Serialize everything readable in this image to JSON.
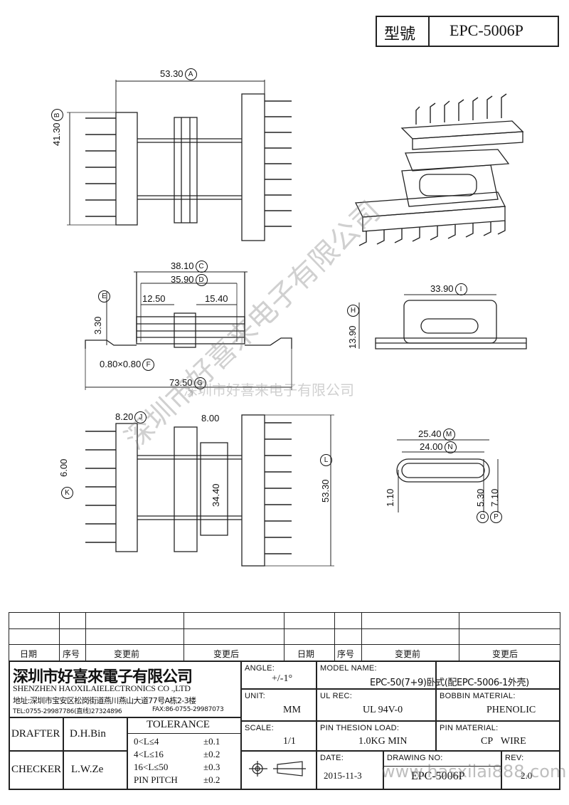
{
  "header": {
    "model_label": "型號",
    "model_value": "EPC-5006P"
  },
  "dimensions": {
    "top_width": {
      "value": "53.30",
      "tag": "A"
    },
    "top_height": {
      "value": "41.30",
      "tag": "B"
    },
    "side_outer": {
      "value": "38.10",
      "tag": "C"
    },
    "side_inner": {
      "value": "35.90",
      "tag": "D"
    },
    "side_left": "12.50",
    "side_right": "15.40",
    "side_height": {
      "value": "3.30",
      "tag": "E"
    },
    "pin_size": {
      "value": "0.80×0.80",
      "tag": "F"
    },
    "total_length": {
      "value": "73.50",
      "tag": "G"
    },
    "end_width": {
      "value": "33.90",
      "tag": "I"
    },
    "end_height": {
      "value": "13.90",
      "tag": "H"
    },
    "bottom_left": {
      "value": "8.20",
      "tag": "J"
    },
    "bottom_flange": "8.00",
    "bottom_pitch": {
      "value": "6.00",
      "tag": "K"
    },
    "bottom_inner": "34.40",
    "bottom_height": {
      "value": "53.30",
      "tag": "L"
    },
    "slot_outer": {
      "value": "25.40",
      "tag": "M"
    },
    "slot_inner": {
      "value": "24.00",
      "tag": "N"
    },
    "slot_wall": "1.10",
    "slot_h1": {
      "value": "5.30",
      "tag": "O"
    },
    "slot_h2": {
      "value": "7.10",
      "tag": "P"
    }
  },
  "watermark": {
    "diagonal": "深圳市好喜来电子有限公司",
    "center": "深圳市好喜来电子有限公司",
    "bottom": "www.hasxilai888.com"
  },
  "revision_headers": [
    "日期",
    "序号",
    "变更前",
    "变更后",
    "日期",
    "序号",
    "变更前",
    "变更后"
  ],
  "company": {
    "name_cn": "深圳市好喜來電子有限公司",
    "name_en": "SHENZHEN HAOXILAIELECTRONICS CO .,LTD",
    "address": "地址:深圳市宝安区松岗街道燕川燕山大道77号A栋2-3楼",
    "tel": "TEL:0755-29987786(直线)27324896",
    "fax": "FAX:86-0755-29987073"
  },
  "drafter": {
    "label": "DRAFTER",
    "name": "D.H.Bin"
  },
  "checker": {
    "label": "CHECKER",
    "name": "L.W.Ze"
  },
  "tolerance": {
    "title": "TOLERANCE",
    "rows": [
      {
        "range": "0<L≤4",
        "value": "±0.1"
      },
      {
        "range": "4<L≤16",
        "value": "±0.2"
      },
      {
        "range": "16<L≤50",
        "value": "±0.3"
      },
      {
        "range": "PIN PITCH",
        "value": "±0.2"
      }
    ]
  },
  "angle": {
    "label": "ANGLE:",
    "value": "+/-1°"
  },
  "unit": {
    "label": "UNIT:",
    "value": "MM"
  },
  "scale": {
    "label": "SCALE:",
    "value": "1/1"
  },
  "model_name": {
    "label": "MODEL NAME:",
    "value": "EPC-50(7+9)卧式(配EPC-5006-1外壳)"
  },
  "ul_rec": {
    "label": "UL REC:",
    "value": "UL 94V-0"
  },
  "bobbin_material": {
    "label": "BOBBIN MATERIAL:",
    "value": "PHENOLIC"
  },
  "pin_load": {
    "label": "PIN THESION LOAD:",
    "value": "1.0KG MIN"
  },
  "pin_material": {
    "label": "PIN MATERIAL:",
    "value": "CP WIRE"
  },
  "date": {
    "label": "DATE:",
    "value": "2015-11-3"
  },
  "drawing_no": {
    "label": "DRAWING NO:",
    "value": "EPC-5006P"
  },
  "rev": {
    "label": "REV:",
    "value": "2.0"
  }
}
